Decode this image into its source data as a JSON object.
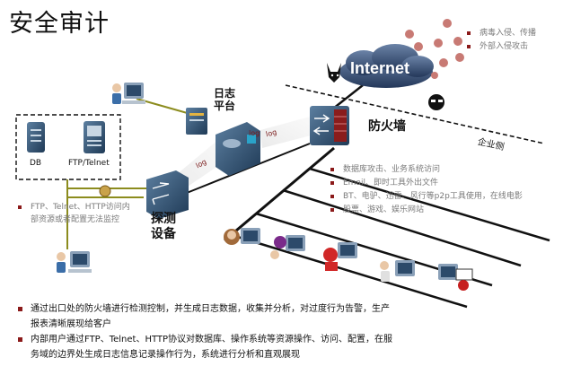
{
  "title": "安全审计",
  "threats": [
    "病毒入侵、传播",
    "外部入侵攻击"
  ],
  "internet_label": "Internet",
  "log_platform_label": [
    "日志",
    "平台"
  ],
  "firewall_label": "防火墙",
  "enterprise_label": "企业侧",
  "log_labels": [
    "log",
    "log",
    "log"
  ],
  "db_label": "DB",
  "ftp_label": "FTP/Telnet",
  "probe_label": [
    "探测",
    "设备"
  ],
  "left_note": "FTP、Telnet、HTTP访问内部资源或者配置无法监控",
  "behaviors": [
    "数据库攻击、业务系统访问",
    "Email、即时工具外出文件",
    "BT、电驴、迅雷、风行等p2p工具使用，在线电影",
    "股票、游戏、娱乐网站"
  ],
  "bottom_bullets": [
    [
      "通过出口处的防火墙进行检测控制，并生成日志数据，收集并分析，对过度行为告警，生产",
      "报表清晰展现给客户"
    ],
    [
      "内部用户通过FTP、Telnet、HTTP协议对数据库、操作系统等资源操作、访问、配置，在服",
      "务域的边界处生成日志信息记录操作行为，系统进行分析和直观展现"
    ]
  ],
  "colors": {
    "olive": "#8c8c1e",
    "dark": "#222222",
    "server": "#2d4d6b",
    "firewall": "#8a1c1c",
    "bullet": "#8b1a1a"
  }
}
